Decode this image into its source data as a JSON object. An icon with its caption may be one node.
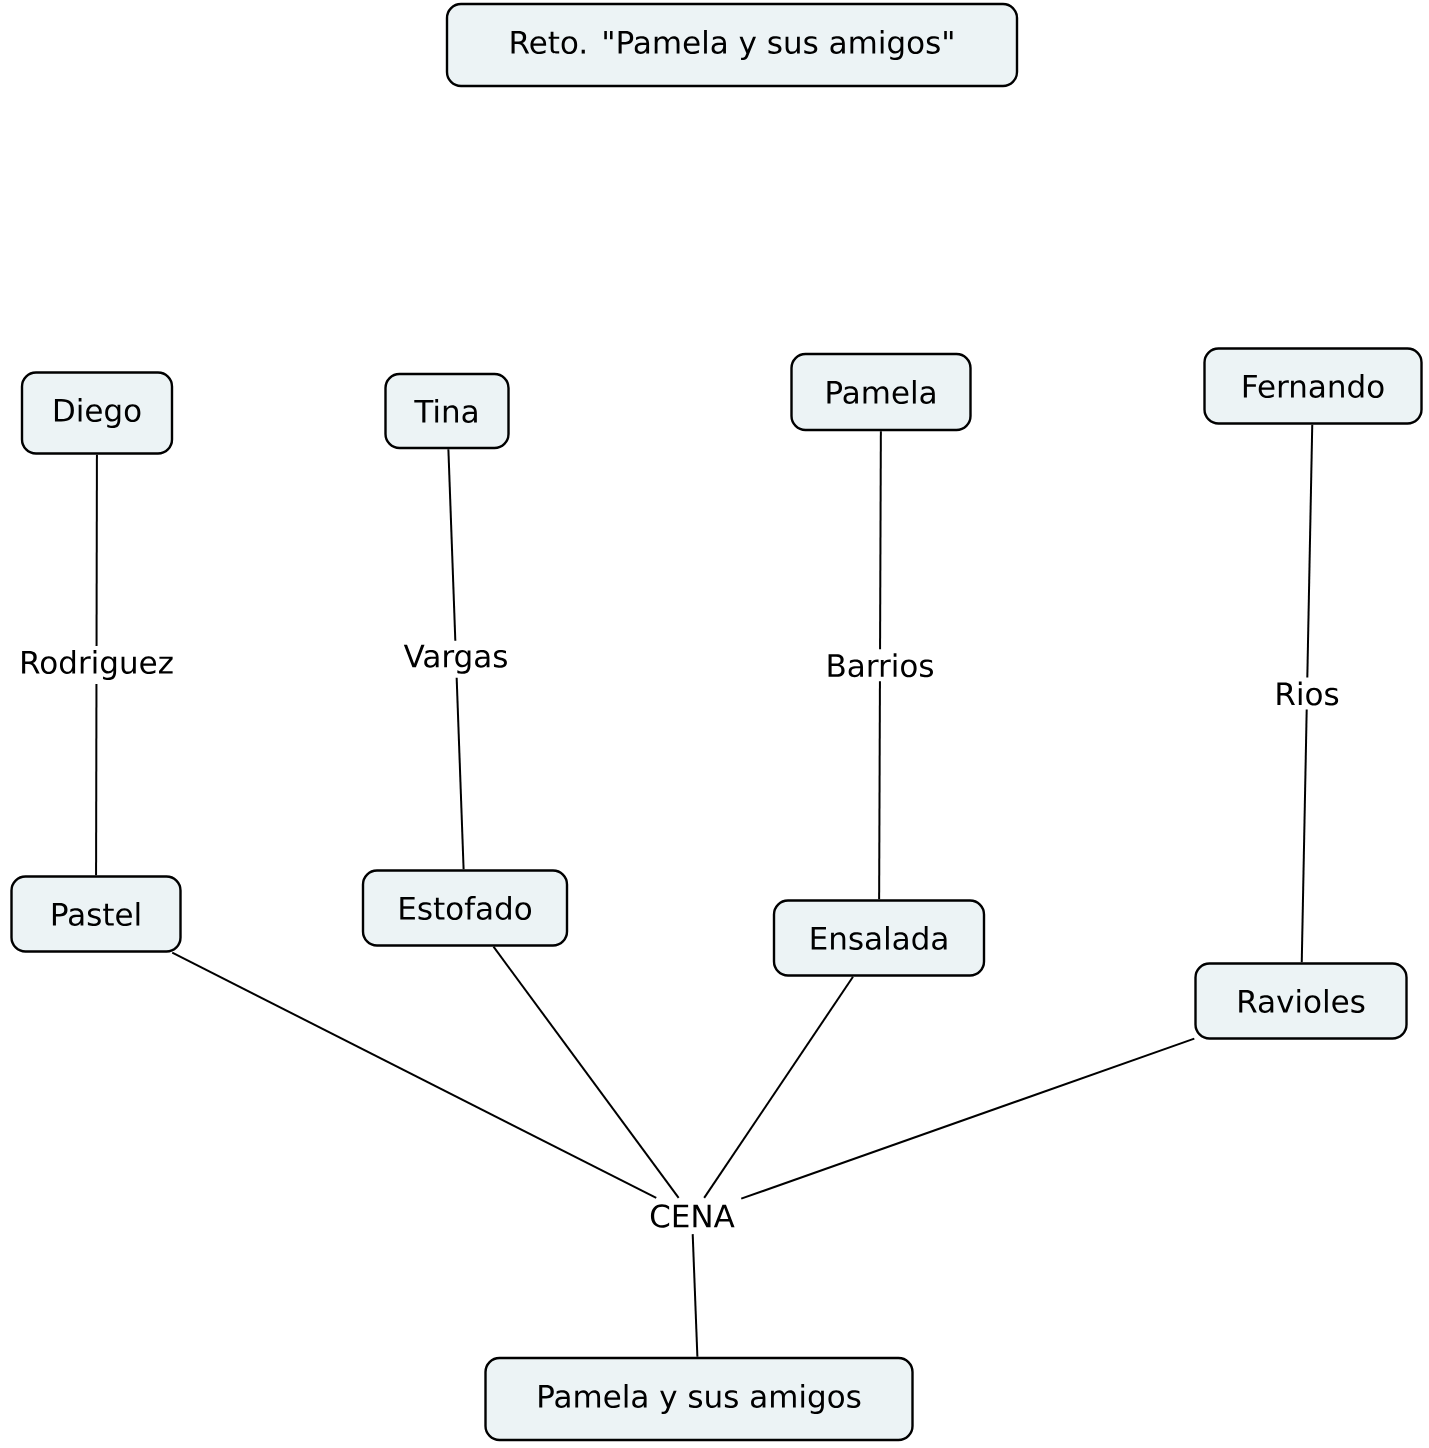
{
  "diagram": {
    "nodes": [
      {
        "text": [
          "Reto. \"Pamela y sus amigos\""
        ]
      },
      {
        "text": [
          "Diego"
        ]
      },
      {
        "text": [
          "Tina"
        ]
      },
      {
        "text": [
          "Pamela"
        ]
      },
      {
        "text": [
          "Fernando"
        ]
      },
      {
        "text": [
          "Pastel"
        ]
      },
      {
        "text": [
          "Estofado"
        ]
      },
      {
        "text": [
          "Ensalada"
        ]
      },
      {
        "text": [
          "Ravioles"
        ]
      },
      {
        "text": [
          "CENA"
        ]
      },
      {
        "text": [
          "Pamela y sus amigos"
        ]
      }
    ],
    "edges": [
      {
        "from": 1,
        "to": 5,
        "arrow": "none",
        "label": "Rodriguez"
      },
      {
        "from": 2,
        "to": 6,
        "arrow": "none",
        "label": "Vargas"
      },
      {
        "from": 3,
        "to": 7,
        "arrow": "none",
        "label": "Barrios"
      },
      {
        "from": 4,
        "to": 8,
        "arrow": "none",
        "label": "Rios"
      },
      {
        "from": 5,
        "to": 9,
        "arrow": "none"
      },
      {
        "from": 6,
        "to": 9,
        "arrow": "none"
      },
      {
        "from": 7,
        "to": 9,
        "arrow": "none"
      },
      {
        "from": 8,
        "to": 9,
        "arrow": "none"
      },
      {
        "from": 9,
        "to": 10,
        "arrow": "none"
      }
    ]
  }
}
